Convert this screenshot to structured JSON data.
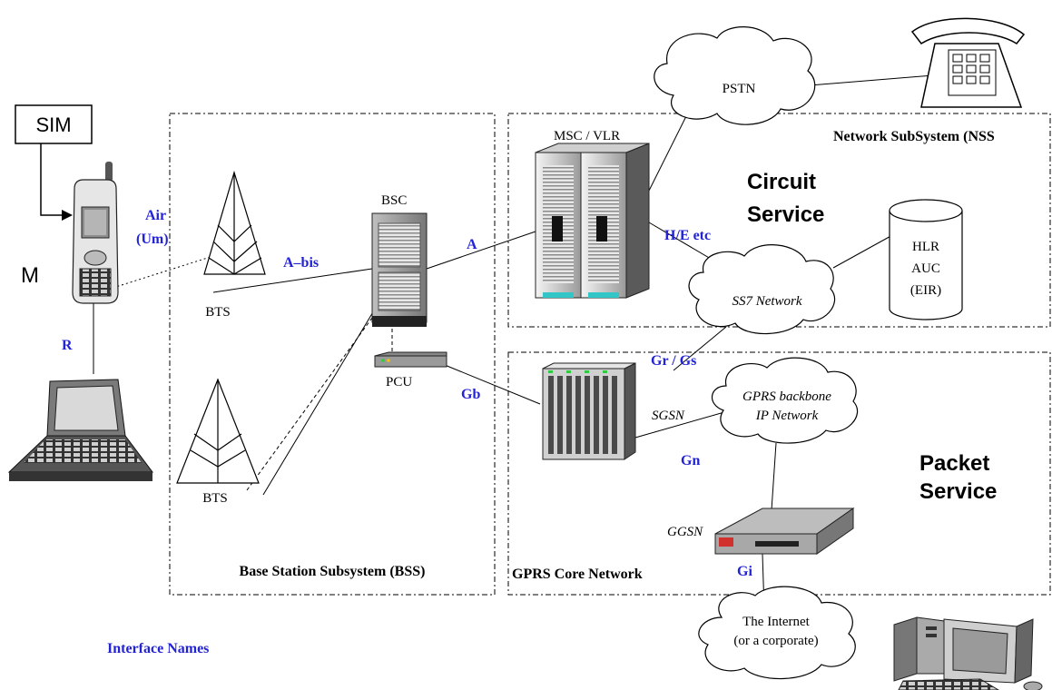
{
  "labels": {
    "sim": "SIM",
    "mobile": "M",
    "bts_top": "BTS",
    "bts_bottom": "BTS",
    "bsc": "BSC",
    "pcu": "PCU",
    "msc_vlr": "MSC / VLR",
    "pstn": "PSTN",
    "ss7": "SS7 Network",
    "hlr": "HLR",
    "auc": "AUC",
    "eir": "(EIR)",
    "sgsn": "SGSN",
    "gprs_backbone_1": "GPRS backbone",
    "gprs_backbone_2": "IP Network",
    "ggsn": "GGSN",
    "internet_1": "The Internet",
    "internet_2": "(or a corporate)"
  },
  "interfaces": {
    "air": "Air",
    "um": "(Um)",
    "abis": "A–bis",
    "a": "A",
    "he": "H/E etc",
    "r": "R",
    "gb": "Gb",
    "grgs": "Gr / Gs",
    "gn": "Gn",
    "gi": "Gi",
    "legend": "Interface Names"
  },
  "regions": {
    "bss": "Base Station Subsystem (BSS)",
    "nss": "Network SubSystem (NSS",
    "gprs_core": "GPRS Core Network"
  },
  "services": {
    "circuit_1": "Circuit",
    "circuit_2": "Service",
    "packet_1": "Packet",
    "packet_2": "Service"
  },
  "colors": {
    "interface_text": "#2323d6",
    "line": "#000000",
    "cloud_fill": "#ffffff",
    "led": "#2ecc40",
    "router_red": "#d0312d"
  }
}
